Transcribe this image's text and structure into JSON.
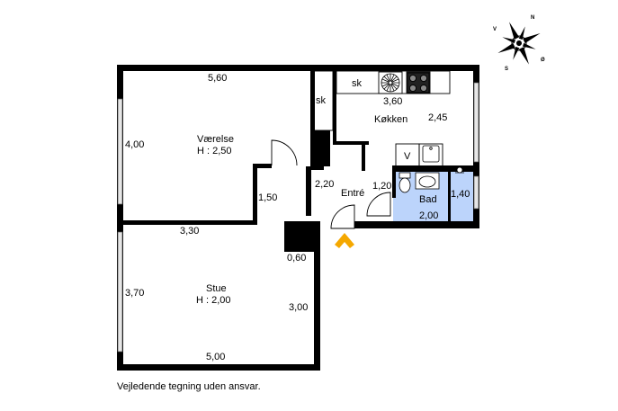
{
  "rooms": {
    "vaerelse": {
      "name": "Værelse",
      "height": "H : 2,50"
    },
    "stue": {
      "name": "Stue",
      "height": "H : 2,00"
    },
    "kokken": {
      "name": "Køkken"
    },
    "entre": {
      "name": "Entré"
    },
    "bad": {
      "name": "Bad"
    }
  },
  "marks": {
    "sk_hall": "sk",
    "sk_kitchen": "sk",
    "v": "V"
  },
  "dims": {
    "d560": "5,60",
    "d400": "4,00",
    "d150": "1,50",
    "d330": "3,30",
    "d220": "2,20",
    "d360": "3,60",
    "d245": "2,45",
    "d120": "1,20",
    "d140": "1,40",
    "d200_bath": "2,00",
    "d060": "0,60",
    "d370": "3,70",
    "d300": "3,00",
    "d500": "5,00"
  },
  "compass": {
    "n": "N",
    "v": "V",
    "o": "Ø",
    "s": "S"
  },
  "caption": "Vejledende tegning uden ansvar.",
  "colors": {
    "wall": "#000000",
    "bath": "#bcd4fb",
    "window": "#e6e6e6",
    "entry_arrow": "#f5a800"
  }
}
